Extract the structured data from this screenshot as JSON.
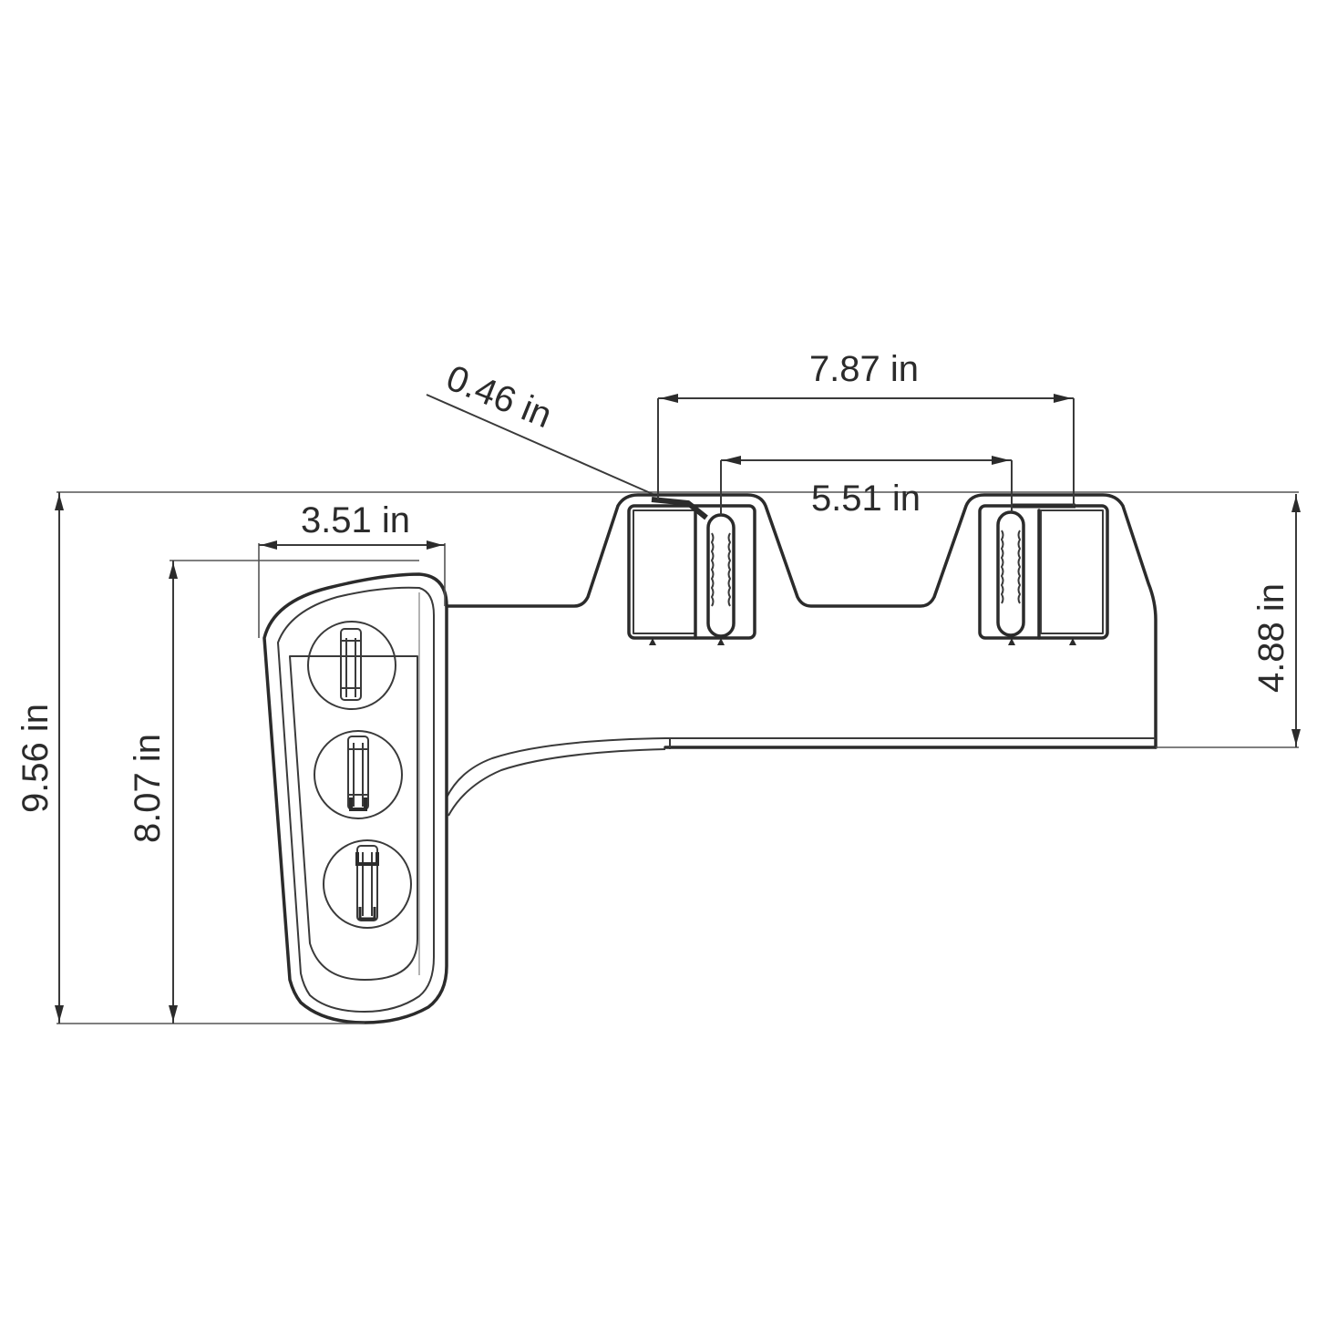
{
  "diagram": {
    "type": "dimension-drawing",
    "subject": "bidet attachment with side control panel",
    "colors": {
      "line": "#2b2b2b",
      "background": "#ffffff"
    },
    "dimensions": {
      "overall_height": "9.56 in",
      "control_panel_height": "8.07 in",
      "control_panel_width": "3.51 in",
      "bracket_thickness": "0.46 in",
      "outer_bracket_span": "7.87 in",
      "inner_bracket_span": "5.51 in",
      "body_depth": "4.88 in"
    },
    "components": [
      {
        "name": "control-panel",
        "knobs": 3
      },
      {
        "name": "mounting-bracket-left"
      },
      {
        "name": "mounting-bracket-right"
      },
      {
        "name": "main-body"
      },
      {
        "name": "hose-connector"
      }
    ]
  }
}
